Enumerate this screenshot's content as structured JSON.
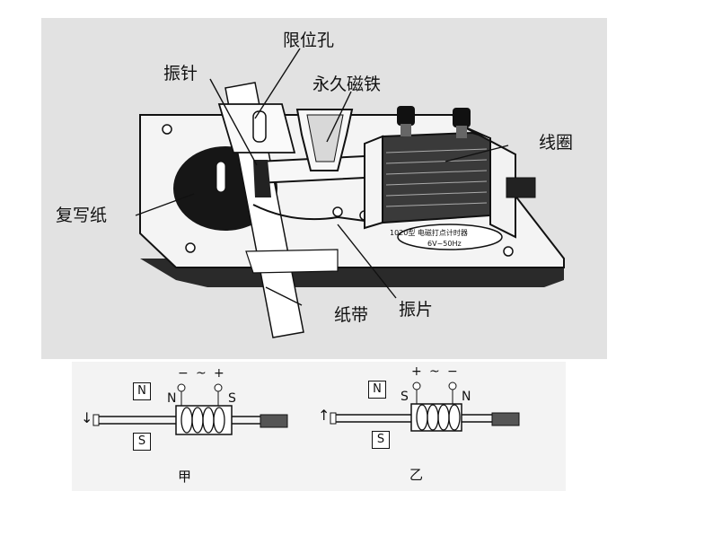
{
  "labels": {
    "limit_hole": "限位孔",
    "needle": "振针",
    "permanent_magnet": "永久磁铁",
    "coil": "线圈",
    "carbon_paper": "复写纸",
    "paper_tape": "纸带",
    "vibrating_piece": "振片"
  },
  "nameplate": {
    "line1": "1020型 电磁打点计时器",
    "line2": "6V~50Hz"
  },
  "circuit_jia": {
    "caption": "甲",
    "top_magnet": "N",
    "bottom_magnet": "S",
    "terminal_left_sign": "−",
    "ac_sign": "~",
    "terminal_right_sign": "+",
    "pole_left": "N",
    "pole_right": "S",
    "arrow": "↓"
  },
  "circuit_yi": {
    "caption": "乙",
    "top_magnet": "N",
    "bottom_magnet": "S",
    "terminal_left_sign": "+",
    "ac_sign": "~",
    "terminal_right_sign": "−",
    "pole_left": "S",
    "pole_right": "N",
    "arrow": "↑"
  },
  "colors": {
    "panel_background": "#e2e2e2",
    "ink": "#111111",
    "base_shadow": "#2a2a2a"
  }
}
